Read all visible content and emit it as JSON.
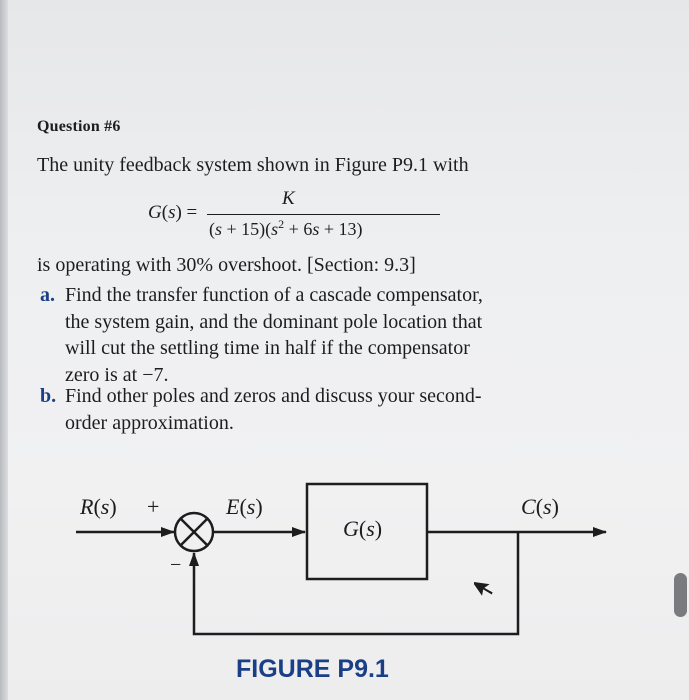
{
  "question_label": "Question #6",
  "intro": "The unity feedback system shown in Figure P9.1 with",
  "equation": {
    "lhs": "G(s) =",
    "numerator": "K",
    "denominator_a": "(s + 15)(s",
    "denominator_exp": "2",
    "denominator_b": " + 6s + 13)"
  },
  "paragraph": "is operating with 30% overshoot. [Section: 9.3]",
  "part_a": {
    "letter": "a.",
    "lines": [
      "Find the transfer function of a cascade compensator,",
      "the system gain, and the dominant pole location that",
      "will cut the settling time in half if the compensator",
      "zero is at −7."
    ]
  },
  "part_b": {
    "letter": "b.",
    "lines": [
      "Find other poles and zeros and discuss your second-",
      "order approximation."
    ]
  },
  "diagram": {
    "input": "R(s)",
    "plus": "+",
    "minus": "−",
    "error": "E(s)",
    "block": "G(s)",
    "output": "C(s)"
  },
  "figure_caption": "FIGURE P9.1",
  "colors": {
    "caption": "#1b3f87",
    "text": "#1d1d1f"
  },
  "icons": [
    "mouse-pointer-icon",
    "summing-junction-icon",
    "arrow-icon"
  ]
}
